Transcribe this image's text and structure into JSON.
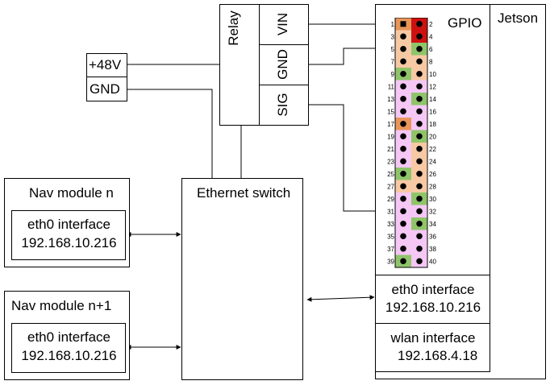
{
  "relay": {
    "title": "Relay",
    "vin": "VIN",
    "gnd": "GND",
    "sig": "SIG"
  },
  "power": {
    "plus48": "+48V",
    "gnd": "GND"
  },
  "jetson": {
    "title": "Jetson",
    "gpio_title": "GPIO",
    "eth0_label": "eth0 interface",
    "eth0_ip": "192.168.10.216",
    "wlan_label": "wlan interface",
    "wlan_ip": "192.168.4.18"
  },
  "switch": {
    "title": "Ethernet switch"
  },
  "nav_n": {
    "title": "Nav module n",
    "eth0_label": "eth0 interface",
    "eth0_ip": "192.168.10.216"
  },
  "nav_n1": {
    "title": "Nav module n+1",
    "eth0_label": "eth0 interface",
    "eth0_ip": "192.168.10.216"
  },
  "gpio_pins": {
    "left_numbers": [
      "1",
      "3",
      "5",
      "7",
      "9",
      "11",
      "13",
      "15",
      "17",
      "19",
      "21",
      "23",
      "25",
      "27",
      "29",
      "31",
      "33",
      "35",
      "37",
      "39"
    ],
    "right_numbers": [
      "2",
      "4",
      "6",
      "8",
      "10",
      "12",
      "14",
      "16",
      "18",
      "20",
      "22",
      "24",
      "26",
      "28",
      "30",
      "32",
      "34",
      "36",
      "38",
      "40"
    ],
    "left_colors": [
      "#e8955a",
      "#f6c9a4",
      "#f6c9a4",
      "#f6c9a4",
      "#8fc46a",
      "#f4c7f4",
      "#f4c7f4",
      "#f4c7f4",
      "#e8955a",
      "#f4c7f4",
      "#f4c7f4",
      "#f4c7f4",
      "#8fc46a",
      "#f6c9a4",
      "#f4c7f4",
      "#f4c7f4",
      "#f4c7f4",
      "#f4c7f4",
      "#f4c7f4",
      "#8fc46a"
    ],
    "right_colors": [
      "#cc1111",
      "#cc1111",
      "#8fc46a",
      "#f6c9a4",
      "#f6c9a4",
      "#f4c7f4",
      "#8fc46a",
      "#f4c7f4",
      "#f4c7f4",
      "#8fc46a",
      "#f6c9a4",
      "#f6c9a4",
      "#f6c9a4",
      "#f6c9a4",
      "#8fc46a",
      "#f4c7f4",
      "#8fc46a",
      "#f4c7f4",
      "#f4c7f4",
      "#f4c7f4"
    ]
  }
}
